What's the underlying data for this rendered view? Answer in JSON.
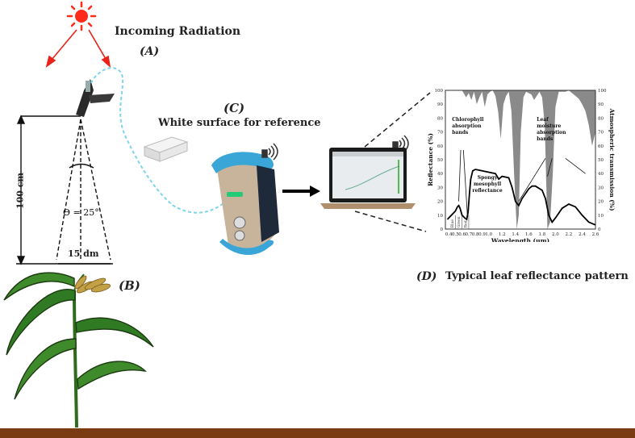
{
  "labels": {
    "incoming": "Incoming Radiation",
    "a": "(A)",
    "b": "(B)",
    "c": "(C)",
    "d": "(D)",
    "white_surface": "White surface for reference",
    "d_title": "Typical leaf reflectance pattern",
    "height": "100 cm",
    "width": "15 dm",
    "angle": "Θ = 25°"
  },
  "chart_data": {
    "type": "line",
    "title": "",
    "xlabel": "Wavelength (µm)",
    "ylabel": "Reflectance (%)",
    "y2label": "Atmospheric transmission (%)",
    "xlim": [
      0.35,
      2.6
    ],
    "ylim": [
      0,
      100
    ],
    "xticks": [
      "0.4",
      "0.5",
      "0.6",
      "0.7",
      "0.8",
      "0.9",
      "1.0",
      "1.2",
      "1.4",
      "1.6",
      "1.8",
      "2.0",
      "2.2",
      "2.4",
      "2.6"
    ],
    "yticks": [
      "0",
      "10",
      "20",
      "30",
      "40",
      "50",
      "60",
      "70",
      "80",
      "90",
      "100"
    ],
    "bands": [
      "Blue",
      "Green",
      "Red"
    ],
    "annotations": {
      "chlorophyll": [
        "Chlorophyll",
        "absorption",
        "bands"
      ],
      "spongy": [
        "Spongy",
        "mesophyll",
        "reflectance"
      ],
      "moisture": [
        "Leaf",
        "moisture",
        "absorption",
        "bands"
      ]
    },
    "series": [
      {
        "x": [
          0.38,
          0.42,
          0.46,
          0.5,
          0.53,
          0.55,
          0.57,
          0.6,
          0.64,
          0.67,
          0.69,
          0.71,
          0.73,
          0.76,
          0.8,
          0.9,
          1.0,
          1.1,
          1.15,
          1.2,
          1.3,
          1.35,
          1.4,
          1.45,
          1.5,
          1.6,
          1.65,
          1.7,
          1.8,
          1.85,
          1.9,
          1.95,
          2.0,
          2.1,
          2.2,
          2.3,
          2.4,
          2.5,
          2.6
        ],
        "y": [
          7,
          9,
          11,
          13,
          16,
          17,
          15,
          10,
          8,
          7,
          12,
          25,
          36,
          42,
          43,
          42,
          41,
          40,
          36,
          38,
          37,
          30,
          20,
          17,
          22,
          29,
          31,
          31,
          28,
          22,
          10,
          5,
          8,
          15,
          18,
          16,
          10,
          5,
          3
        ]
      },
      {
        "x": [
          0.35,
          0.6,
          0.66,
          0.7,
          0.74,
          0.78,
          0.82,
          0.86,
          0.9,
          0.94,
          0.98,
          1.02,
          1.06,
          1.1,
          1.14,
          1.18,
          1.22,
          1.26,
          1.3,
          1.34,
          1.38,
          1.42,
          1.45,
          1.48,
          1.52,
          1.56,
          1.6,
          1.64,
          1.68,
          1.72,
          1.76,
          1.8,
          1.84,
          1.88,
          1.92,
          1.96,
          2.0,
          2.05,
          2.1,
          2.15,
          2.2,
          2.25,
          2.3,
          2.35,
          2.4,
          2.45,
          2.5,
          2.55,
          2.6
        ],
        "y": [
          100,
          100,
          95,
          98,
          93,
          99,
          90,
          95,
          99,
          88,
          97,
          99,
          100,
          96,
          85,
          65,
          90,
          96,
          99,
          85,
          40,
          0,
          10,
          70,
          95,
          99,
          98,
          97,
          93,
          96,
          99,
          95,
          75,
          0,
          5,
          40,
          88,
          99,
          99,
          99,
          100,
          98,
          96,
          94,
          90,
          85,
          75,
          60,
          70
        ]
      }
    ]
  }
}
